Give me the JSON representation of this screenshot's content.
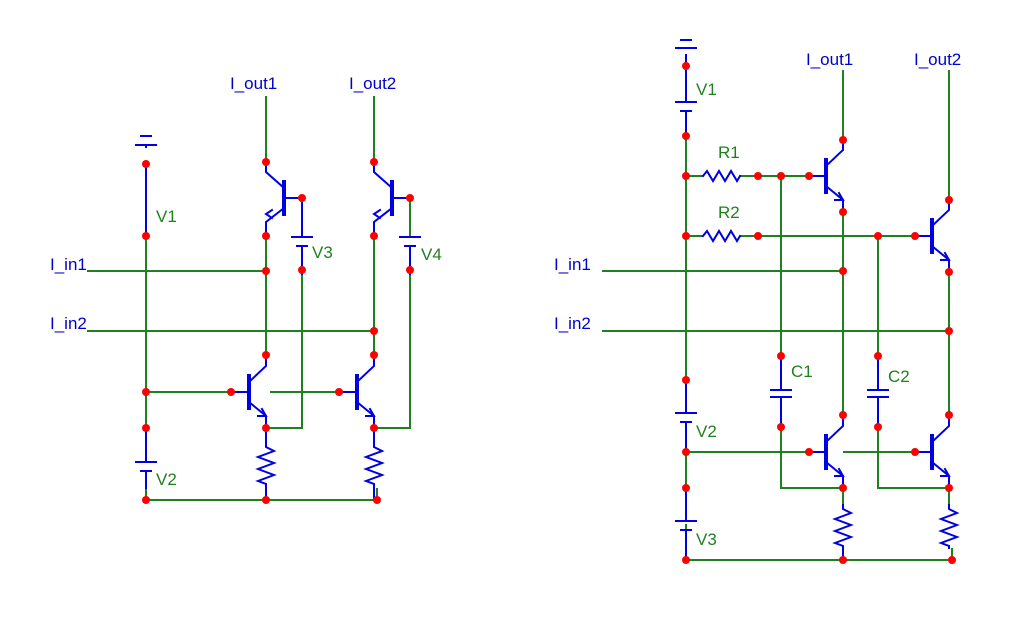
{
  "left": {
    "labels": {
      "I_in1": "I_in1",
      "I_in2": "I_in2",
      "I_out1": "I_out1",
      "I_out2": "I_out2",
      "V1": "V1",
      "V2": "V2",
      "V3": "V3",
      "V4": "V4"
    }
  },
  "right": {
    "labels": {
      "I_in1": "I_in1",
      "I_in2": "I_in2",
      "I_out1": "I_out1",
      "I_out2": "I_out2",
      "V1": "V1",
      "V2": "V2",
      "V3": "V3",
      "R1": "R1",
      "R2": "R2",
      "C1": "C1",
      "C2": "C2"
    }
  }
}
